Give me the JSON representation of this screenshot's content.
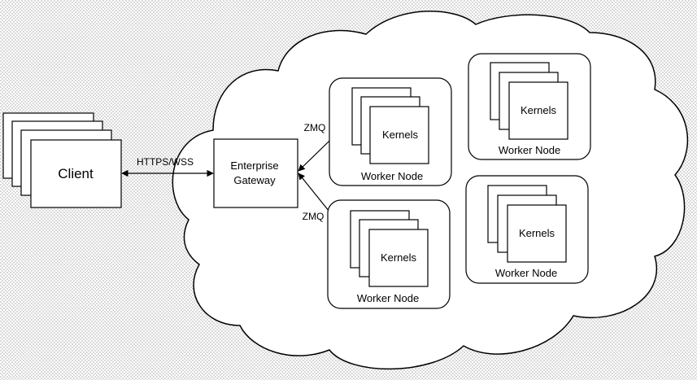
{
  "client": {
    "label": "Client"
  },
  "gateway": {
    "line1": "Enterprise",
    "line2": "Gateway"
  },
  "connections": {
    "client_gateway": "HTTPS/WSS",
    "gateway_worker_top": "ZMQ",
    "gateway_worker_bottom": "ZMQ"
  },
  "workers": [
    {
      "label": "Worker Node",
      "kernels_label": "Kernels"
    },
    {
      "label": "Worker Node",
      "kernels_label": "Kernels"
    },
    {
      "label": "Worker Node",
      "kernels_label": "Kernels"
    },
    {
      "label": "Worker Node",
      "kernels_label": "Kernels"
    }
  ]
}
